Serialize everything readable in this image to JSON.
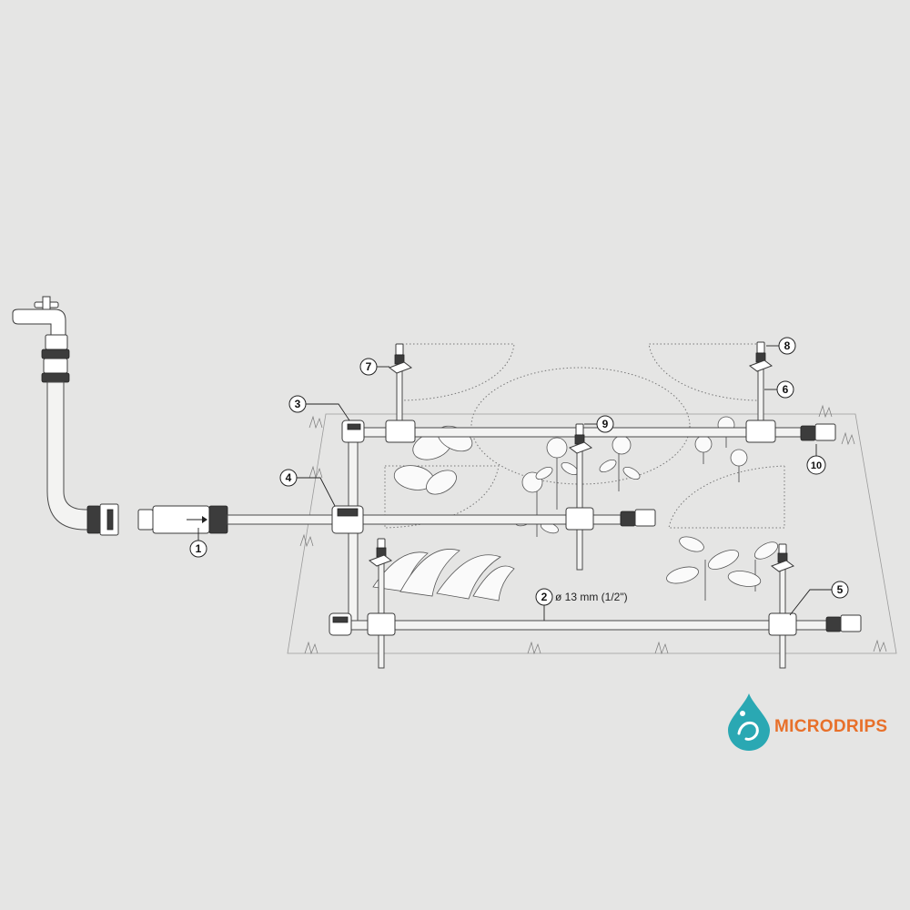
{
  "callouts": [
    {
      "num": "1"
    },
    {
      "num": "2"
    },
    {
      "num": "3"
    },
    {
      "num": "4"
    },
    {
      "num": "5"
    },
    {
      "num": "6"
    },
    {
      "num": "7"
    },
    {
      "num": "8"
    },
    {
      "num": "9"
    },
    {
      "num": "10"
    }
  ],
  "dimension_label": "ø 13 mm (1/2\")",
  "brand": {
    "name": "MICRODRIPS",
    "text_color": "#e8702a",
    "logo_color": "#2aa8b3"
  },
  "colors": {
    "background": "#e5e5e4"
  }
}
